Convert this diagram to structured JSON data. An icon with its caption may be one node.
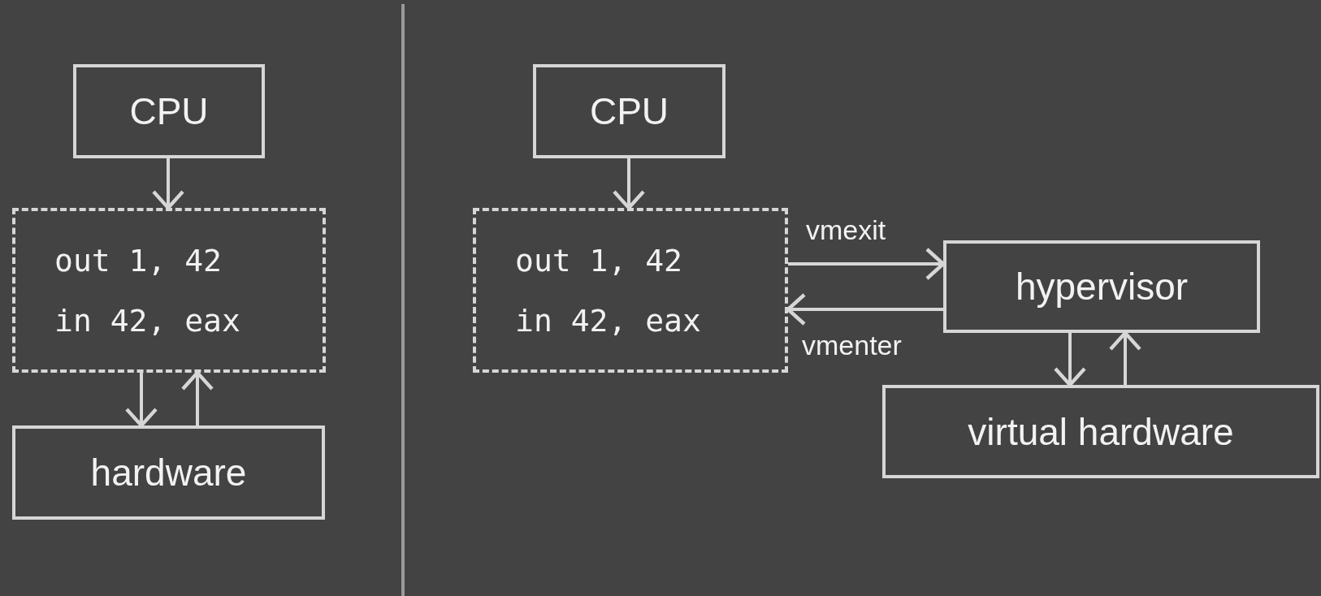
{
  "diagram": {
    "nodes": [
      {
        "text": [
          "CPU"
        ]
      },
      {
        "text": [
          "out 1, 42",
          "in 42, eax"
        ]
      },
      {
        "text": [
          "hardware"
        ]
      },
      {
        "text": [
          "CPU"
        ]
      },
      {
        "text": [
          "out 1, 42",
          "in 42, eax"
        ]
      },
      {
        "text": [
          "hypervisor"
        ]
      },
      {
        "text": [
          "virtual hardware"
        ]
      }
    ],
    "edges": [
      {
        "from": 0,
        "to": 1,
        "arrow": "to"
      },
      {
        "from": 1,
        "to": 2,
        "arrow": "to"
      },
      {
        "from": 2,
        "to": 1,
        "arrow": "to"
      },
      {
        "from": 3,
        "to": 4,
        "arrow": "to"
      },
      {
        "from": 4,
        "to": 5,
        "arrow": "to",
        "label": "vmexit"
      },
      {
        "from": 5,
        "to": 4,
        "arrow": "to",
        "label": "vmenter"
      },
      {
        "from": 5,
        "to": 6,
        "arrow": "to"
      },
      {
        "from": 6,
        "to": 5,
        "arrow": "to"
      }
    ]
  }
}
